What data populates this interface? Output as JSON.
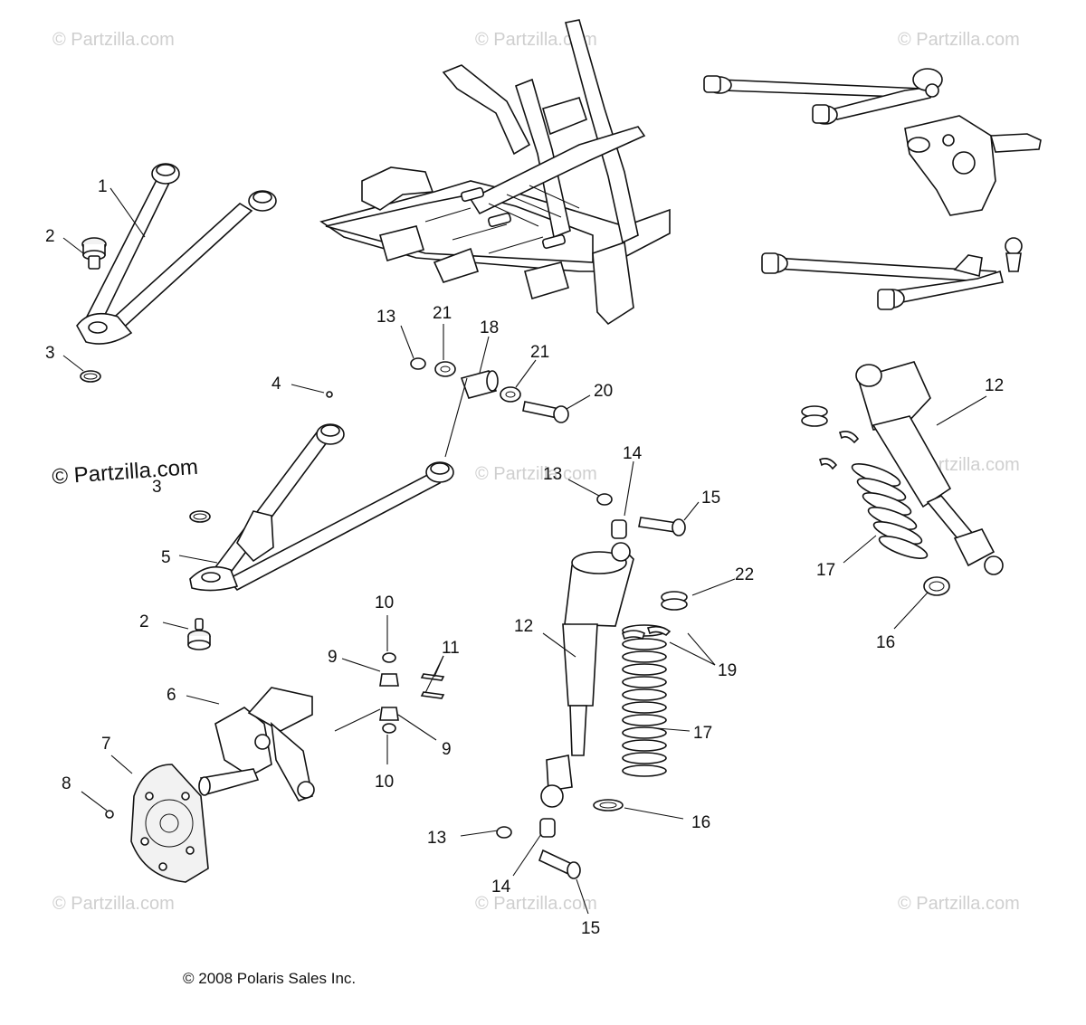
{
  "watermarks": {
    "w1": "© Partzilla.com",
    "w2": "© Partzilla.com",
    "w3": "© Partzilla.com",
    "w4": "© Partzilla.com",
    "w5": "© Partzilla.com",
    "w6": "© Partzilla.com",
    "w7": "© Partzilla.com",
    "w8": "© Partzilla.com",
    "w9": "© Partzilla.com",
    "main": "© Partzilla.com"
  },
  "copyright": "© 2008 Polaris Sales Inc.",
  "callouts": {
    "c1": "1",
    "c2a": "2",
    "c2b": "2",
    "c3a": "3",
    "c3b": "3",
    "c4": "4",
    "c5": "5",
    "c6": "6",
    "c7": "7",
    "c8": "8",
    "c9a": "9",
    "c9b": "9",
    "c10a": "10",
    "c10b": "10",
    "c11": "11",
    "c12a": "12",
    "c12b": "12",
    "c13a": "13",
    "c13b": "13",
    "c13c": "13",
    "c14a": "14",
    "c14b": "14",
    "c15a": "15",
    "c15b": "15",
    "c16a": "16",
    "c16b": "16",
    "c17a": "17",
    "c17b": "17",
    "c18": "18",
    "c19": "19",
    "c20": "20",
    "c21a": "21",
    "c21b": "21",
    "c22": "22"
  }
}
